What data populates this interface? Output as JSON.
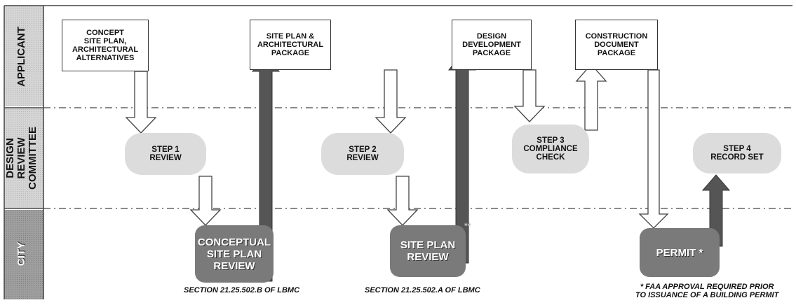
{
  "lanes": {
    "applicant": "APPLICANT",
    "committee": "DESIGN REVIEW\nCOMMITTEE",
    "city": "CITY"
  },
  "boxes": {
    "concept": "CONCEPT\nSITE PLAN,\nARCHITECTURAL\nALTERNATIVES",
    "site_plan_pkg": "SITE PLAN &\nARCHITECTURAL\nPACKAGE",
    "design_dev": "DESIGN\nDEVELOPMENT\nPACKAGE",
    "construction": "CONSTRUCTION\nDOCUMENT\nPACKAGE"
  },
  "steps": {
    "step1": "STEP 1\nREVIEW",
    "step2": "STEP 2\nREVIEW",
    "step3": "STEP 3\nCOMPLIANCE\nCHECK",
    "step4": "STEP 4\nRECORD SET"
  },
  "city": {
    "conceptual": "CONCEPTUAL\nSITE PLAN\nREVIEW",
    "site_plan_review": "SITE PLAN\nREVIEW",
    "site_plan_mark": "**",
    "permit": "PERMIT *"
  },
  "notes": {
    "section_b": "SECTION 21.25.502.B OF LBMC",
    "section_a": "SECTION 21.25.502.A OF LBMC",
    "faa": "* FAA  APPROVAL REQUIRED PRIOR\nTO ISSUANCE OF A BUILDING PERMIT"
  },
  "colors": {
    "lane_label_bg": "#d9d9d9",
    "city_lane_bg": "#9a9a9a",
    "city_block": "#7a7a7a",
    "oval": "#dcdcdc",
    "dark_arrow": "#555555"
  }
}
